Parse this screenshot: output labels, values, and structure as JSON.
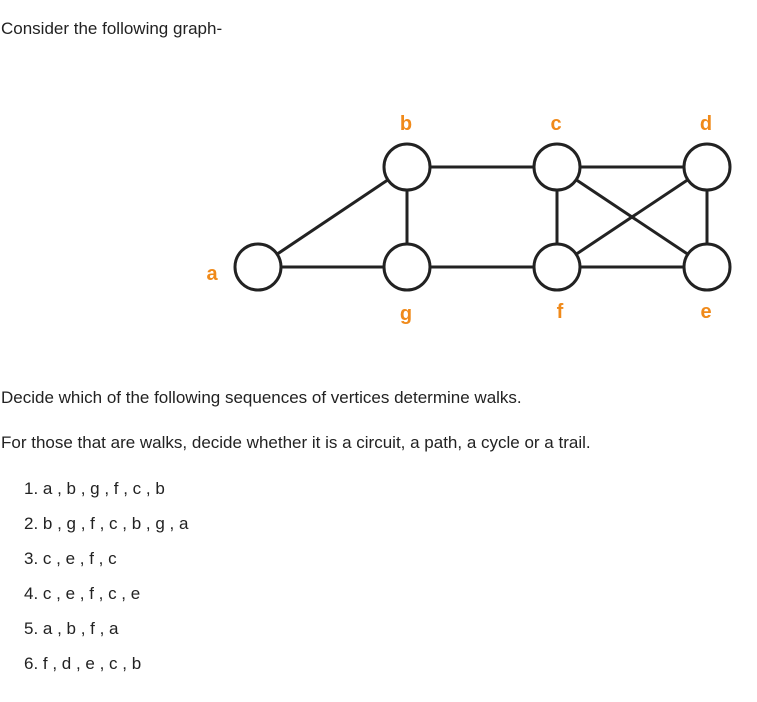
{
  "intro_text": "Consider the following graph-",
  "graph": {
    "vertices": [
      {
        "id": "a",
        "label": "a"
      },
      {
        "id": "b",
        "label": "b"
      },
      {
        "id": "c",
        "label": "c"
      },
      {
        "id": "d",
        "label": "d"
      },
      {
        "id": "e",
        "label": "e"
      },
      {
        "id": "f",
        "label": "f"
      },
      {
        "id": "g",
        "label": "g"
      }
    ],
    "edges": [
      [
        "a",
        "b"
      ],
      [
        "a",
        "g"
      ],
      [
        "b",
        "g"
      ],
      [
        "b",
        "c"
      ],
      [
        "g",
        "f"
      ],
      [
        "c",
        "f"
      ],
      [
        "c",
        "d"
      ],
      [
        "c",
        "e"
      ],
      [
        "d",
        "f"
      ],
      [
        "d",
        "e"
      ],
      [
        "f",
        "e"
      ]
    ],
    "label_color": "#f08a1a",
    "node_stroke": "#222222"
  },
  "question_1": "Decide which of the following sequences of vertices determine walks.",
  "question_2": "For those that are walks, decide whether it is a circuit, a path, a cycle or a trail.",
  "sequences": [
    "1. a , b , g , f , c , b",
    "2. b , g , f , c , b , g , a",
    "3. c , e , f , c",
    "4. c , e , f , c , e",
    "5. a , b , f , a",
    "6. f , d , e , c , b"
  ]
}
